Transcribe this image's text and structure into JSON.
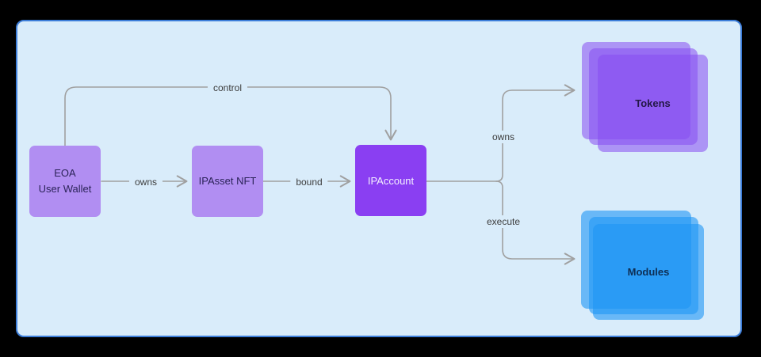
{
  "diagram": {
    "nodes": {
      "eoa": {
        "line1": "EOA",
        "line2": "User Wallet"
      },
      "ipasset": {
        "label": "IPAsset NFT"
      },
      "ipaccount": {
        "label": "IPAccount"
      },
      "tokens": {
        "label": "Tokens"
      },
      "modules": {
        "label": "Modules"
      }
    },
    "edges": {
      "control": "control",
      "owns_nft": "owns",
      "bound": "bound",
      "owns_tokens": "owns",
      "execute": "execute"
    },
    "colors": {
      "panel_background": "#d9ecfa",
      "panel_border": "#3d7ed9",
      "outer_background": "#000000",
      "light_purple_node": "#b18ef2",
      "vivid_purple_node": "#8a3ff2",
      "tokens_stack": "#874df0",
      "modules_stack": "#1e96f5",
      "edge_line": "#a0a0a0",
      "edge_label_text": "#3d3d3d",
      "node_text_dark": "#2b2358",
      "node_text_light": "#f4f0ff"
    }
  }
}
